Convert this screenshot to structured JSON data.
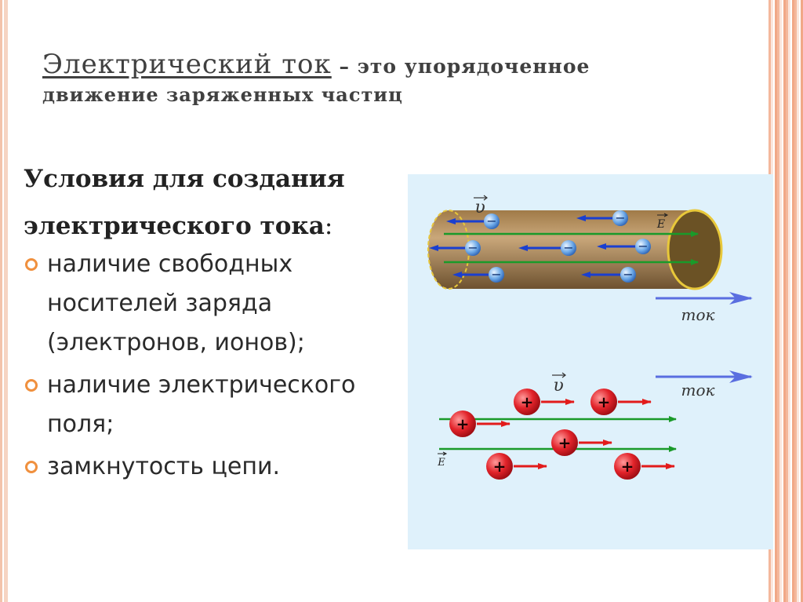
{
  "title": {
    "main": "Электрический ток",
    "rest": " – это упорядоченное",
    "line2": "движение заряженных частиц"
  },
  "conditions": {
    "heading_line1": "Условия для создания",
    "heading_line2": "электрического тока",
    "colon": ":",
    "items": [
      "наличие свободных носителей заряда (электронов, ионов);",
      "наличие электрического поля;",
      "замкнутость цепи."
    ]
  },
  "figure": {
    "velocity_label": "υ",
    "field_label": "E",
    "current_label": "ток",
    "electron_sign": "−",
    "ion_sign": "+"
  },
  "colors": {
    "accent": "#f0903e",
    "figure_bg": "#dff1fb",
    "field_arrow": "#1a9a2a",
    "electron_arrow": "#1a3fd0",
    "current_arrow": "#5a6ee0",
    "ion_arrow": "#e21b1b",
    "conductor": "#8a6a3c"
  },
  "icons": [
    "bullet-ring-icon"
  ]
}
